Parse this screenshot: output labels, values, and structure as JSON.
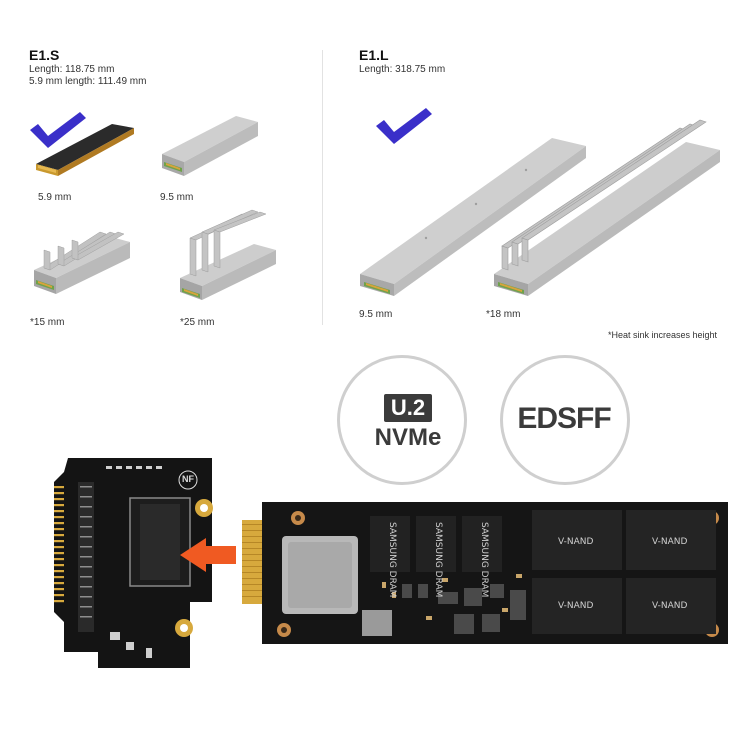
{
  "e1s": {
    "title": "E1.S",
    "length": "Length: 118.75 mm",
    "alt_length": "5.9 mm length: 111.49 mm",
    "items": [
      "5.9 mm",
      "9.5 mm",
      "*15 mm",
      "*25 mm"
    ]
  },
  "e1l": {
    "title": "E1.L",
    "length": "Length: 318.75 mm",
    "items": [
      "9.5 mm",
      "*18 mm"
    ]
  },
  "note": "*Heat sink increases height",
  "logos": {
    "u2": "U.2",
    "nvme": "NVMe",
    "edsff": "EDSFF"
  },
  "board": {
    "chip_labels": [
      "SAMSUNG DRAM",
      "SAMSUNG DRAM",
      "SAMSUNG DRAM",
      "V-NAND",
      "V-NAND",
      "V-NAND",
      "V-NAND"
    ],
    "nf_mark": "NF"
  },
  "colors": {
    "check": "#3a2fc9",
    "arrow": "#f05a22",
    "pcb": "#161616",
    "gold": "#d7a93d",
    "heatsink": "#bdbdbd"
  },
  "icons": [
    "checkmark-icon",
    "arrow-right-icon"
  ]
}
